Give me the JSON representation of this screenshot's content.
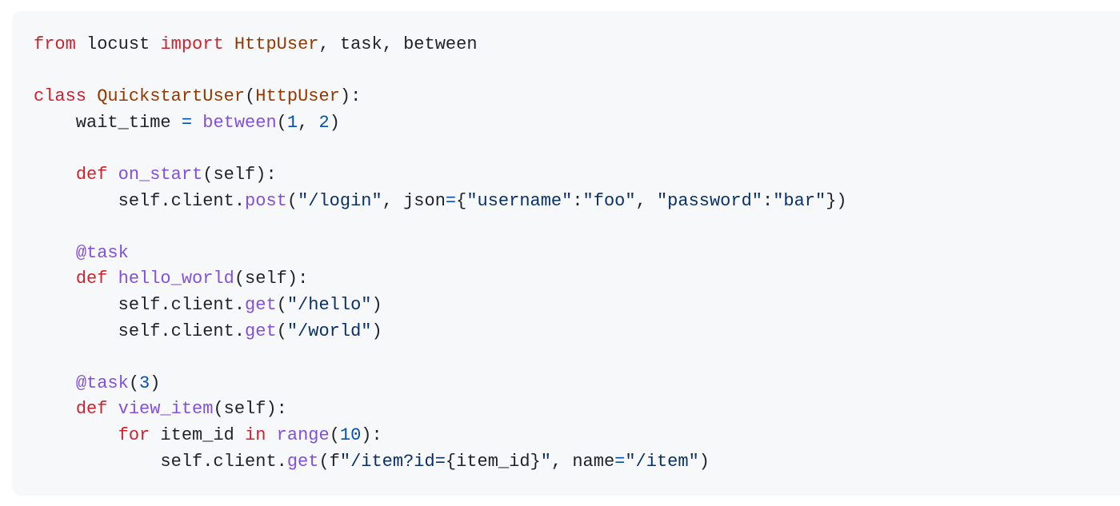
{
  "code": {
    "language": "python",
    "colors": {
      "background": "#f6f8fa",
      "text": "#1f2328",
      "keyword": "#cf222e",
      "class_name": "#953800",
      "function": "#8250df",
      "number": "#0550ae",
      "string": "#0a3069"
    },
    "lines": [
      [
        {
          "t": "kw",
          "v": "from"
        },
        {
          "t": "",
          "v": " locust "
        },
        {
          "t": "kw",
          "v": "import"
        },
        {
          "t": "",
          "v": " "
        },
        {
          "t": "cls",
          "v": "HttpUser"
        },
        {
          "t": "",
          "v": ", task, between"
        }
      ],
      [],
      [
        {
          "t": "kw",
          "v": "class"
        },
        {
          "t": "",
          "v": " "
        },
        {
          "t": "cls",
          "v": "QuickstartUser"
        },
        {
          "t": "",
          "v": "("
        },
        {
          "t": "cls",
          "v": "HttpUser"
        },
        {
          "t": "",
          "v": "):"
        }
      ],
      [
        {
          "t": "",
          "v": "    wait_time "
        },
        {
          "t": "op",
          "v": "="
        },
        {
          "t": "",
          "v": " "
        },
        {
          "t": "fn",
          "v": "between"
        },
        {
          "t": "",
          "v": "("
        },
        {
          "t": "num",
          "v": "1"
        },
        {
          "t": "",
          "v": ", "
        },
        {
          "t": "num",
          "v": "2"
        },
        {
          "t": "",
          "v": ")"
        }
      ],
      [],
      [
        {
          "t": "",
          "v": "    "
        },
        {
          "t": "kw",
          "v": "def"
        },
        {
          "t": "",
          "v": " "
        },
        {
          "t": "fn",
          "v": "on_start"
        },
        {
          "t": "",
          "v": "(self):"
        }
      ],
      [
        {
          "t": "",
          "v": "        self.client."
        },
        {
          "t": "fn",
          "v": "post"
        },
        {
          "t": "",
          "v": "("
        },
        {
          "t": "str",
          "v": "\"/login\""
        },
        {
          "t": "",
          "v": ", json"
        },
        {
          "t": "op",
          "v": "="
        },
        {
          "t": "",
          "v": "{"
        },
        {
          "t": "str",
          "v": "\"username\""
        },
        {
          "t": "",
          "v": ":"
        },
        {
          "t": "str",
          "v": "\"foo\""
        },
        {
          "t": "",
          "v": ", "
        },
        {
          "t": "str",
          "v": "\"password\""
        },
        {
          "t": "",
          "v": ":"
        },
        {
          "t": "str",
          "v": "\"bar\""
        },
        {
          "t": "",
          "v": "})"
        }
      ],
      [],
      [
        {
          "t": "",
          "v": "    "
        },
        {
          "t": "dec",
          "v": "@task"
        }
      ],
      [
        {
          "t": "",
          "v": "    "
        },
        {
          "t": "kw",
          "v": "def"
        },
        {
          "t": "",
          "v": " "
        },
        {
          "t": "fn",
          "v": "hello_world"
        },
        {
          "t": "",
          "v": "(self):"
        }
      ],
      [
        {
          "t": "",
          "v": "        self.client."
        },
        {
          "t": "fn",
          "v": "get"
        },
        {
          "t": "",
          "v": "("
        },
        {
          "t": "str",
          "v": "\"/hello\""
        },
        {
          "t": "",
          "v": ")"
        }
      ],
      [
        {
          "t": "",
          "v": "        self.client."
        },
        {
          "t": "fn",
          "v": "get"
        },
        {
          "t": "",
          "v": "("
        },
        {
          "t": "str",
          "v": "\"/world\""
        },
        {
          "t": "",
          "v": ")"
        }
      ],
      [],
      [
        {
          "t": "",
          "v": "    "
        },
        {
          "t": "dec",
          "v": "@task"
        },
        {
          "t": "",
          "v": "("
        },
        {
          "t": "num",
          "v": "3"
        },
        {
          "t": "",
          "v": ")"
        }
      ],
      [
        {
          "t": "",
          "v": "    "
        },
        {
          "t": "kw",
          "v": "def"
        },
        {
          "t": "",
          "v": " "
        },
        {
          "t": "fn",
          "v": "view_item"
        },
        {
          "t": "",
          "v": "(self):"
        }
      ],
      [
        {
          "t": "",
          "v": "        "
        },
        {
          "t": "kw",
          "v": "for"
        },
        {
          "t": "",
          "v": " item_id "
        },
        {
          "t": "kw",
          "v": "in"
        },
        {
          "t": "",
          "v": " "
        },
        {
          "t": "fn",
          "v": "range"
        },
        {
          "t": "",
          "v": "("
        },
        {
          "t": "num",
          "v": "10"
        },
        {
          "t": "",
          "v": "):"
        }
      ],
      [
        {
          "t": "",
          "v": "            self.client."
        },
        {
          "t": "fn",
          "v": "get"
        },
        {
          "t": "",
          "v": "(f"
        },
        {
          "t": "str",
          "v": "\"/item?id="
        },
        {
          "t": "",
          "v": "{item_id}"
        },
        {
          "t": "str",
          "v": "\""
        },
        {
          "t": "",
          "v": ", name"
        },
        {
          "t": "op",
          "v": "="
        },
        {
          "t": "str",
          "v": "\"/item\""
        },
        {
          "t": "",
          "v": ")"
        }
      ]
    ]
  }
}
